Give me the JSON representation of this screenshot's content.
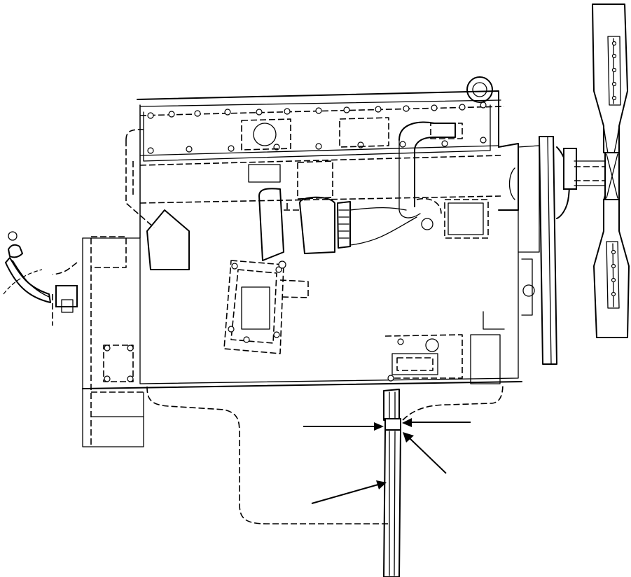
{
  "figure": {
    "subject": "",
    "labels": []
  },
  "callouts": [
    {
      "id": "left-arrow"
    },
    {
      "id": "right-arrow"
    },
    {
      "id": "diagonal-arrow"
    },
    {
      "id": "lower-arrow"
    }
  ],
  "colors": {
    "line": "#000000",
    "background": "#ffffff"
  }
}
